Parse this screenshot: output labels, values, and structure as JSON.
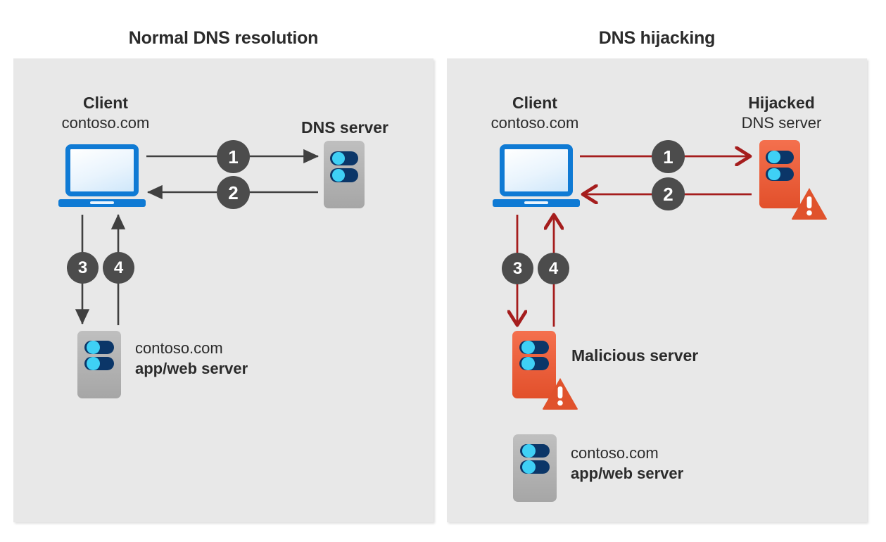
{
  "page": {
    "background": "#ffffff",
    "panel_background": "#e8e8e8",
    "text_color": "#2b2b2b",
    "badge_color": "#4c4c4c",
    "normal_arrow_color": "#404040",
    "attack_arrow_color": "#a51d1d",
    "server_gray": "#aeaeae",
    "server_red": "#e8542f",
    "laptop_blue": "#0f7ad4",
    "pill_navy": "#0b3668",
    "pill_dot_cyan": "#3fd0f5"
  },
  "panels": [
    {
      "id": "normal",
      "title": "Normal DNS resolution",
      "client": {
        "label_strong": "Client",
        "label_normal": "contoso.com",
        "icon": "laptop-icon"
      },
      "dns_server": {
        "label_strong": "DNS server",
        "label_normal": "",
        "icon": "server-icon"
      },
      "app_server": {
        "label_normal": "contoso.com",
        "label_strong": "app/web server",
        "icon": "server-icon"
      },
      "steps": [
        {
          "number": "1",
          "direction": "client-to-dns"
        },
        {
          "number": "2",
          "direction": "dns-to-client"
        },
        {
          "number": "3",
          "direction": "client-to-app"
        },
        {
          "number": "4",
          "direction": "app-to-client"
        }
      ]
    },
    {
      "id": "hijacking",
      "title": "DNS hijacking",
      "client": {
        "label_strong": "Client",
        "label_normal": "contoso.com",
        "icon": "laptop-icon"
      },
      "dns_server": {
        "label_strong": "Hijacked",
        "label_normal": "DNS server",
        "icon": "server-warning-icon"
      },
      "malicious_server": {
        "label_strong": "Malicious server",
        "icon": "server-warning-icon"
      },
      "app_server": {
        "label_normal": "contoso.com",
        "label_strong": "app/web server",
        "icon": "server-icon"
      },
      "steps": [
        {
          "number": "1",
          "direction": "client-to-hijacked-dns"
        },
        {
          "number": "2",
          "direction": "hijacked-dns-to-client"
        },
        {
          "number": "3",
          "direction": "client-to-malicious"
        },
        {
          "number": "4",
          "direction": "malicious-to-client"
        }
      ]
    }
  ]
}
